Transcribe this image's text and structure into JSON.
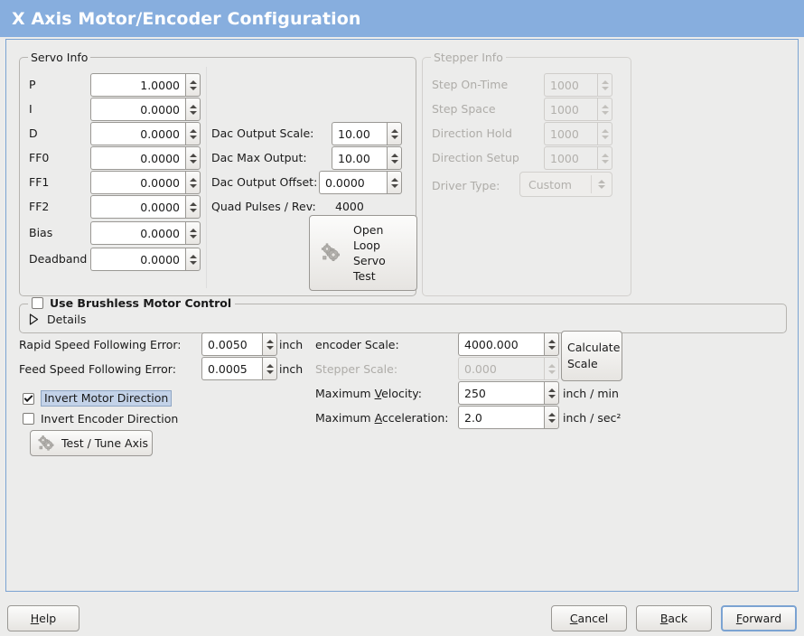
{
  "window": {
    "title": "X Axis Motor/Encoder Configuration",
    "title_bar_color": "#87aede",
    "panel_border_color": "#7ba3d2",
    "background_color": "#ececeb"
  },
  "servo_info": {
    "group_label": "Servo Info",
    "enabled": true,
    "pid_rows": [
      {
        "label": "P",
        "value": "1.0000"
      },
      {
        "label": "I",
        "value": "0.0000"
      },
      {
        "label": "D",
        "value": "0.0000"
      },
      {
        "label": "FF0",
        "value": "0.0000"
      },
      {
        "label": "FF1",
        "value": "0.0000"
      },
      {
        "label": "FF2",
        "value": "0.0000"
      },
      {
        "label": "Bias",
        "value": "0.0000"
      },
      {
        "label": "Deadband",
        "value": "0.0000"
      }
    ],
    "dac_rows": [
      {
        "label": "Dac Output Scale:",
        "value": "10.00"
      },
      {
        "label": "Dac Max Output:",
        "value": "10.00"
      },
      {
        "label": "Dac Output Offset:",
        "value": "0.0000"
      }
    ],
    "quad_pulses_label": "Quad Pulses / Rev:",
    "quad_pulses_value": "4000",
    "open_loop_button": {
      "line1": "Open",
      "line2": "Loop",
      "line3": "Servo",
      "line4": "Test",
      "icon": "gears-icon"
    }
  },
  "stepper_info": {
    "group_label": "Stepper Info",
    "enabled": false,
    "rows": [
      {
        "label": "Step On-Time",
        "value": "1000"
      },
      {
        "label": "Step Space",
        "value": "1000"
      },
      {
        "label": "Direction Hold",
        "value": "1000"
      },
      {
        "label": "Direction Setup",
        "value": "1000"
      }
    ],
    "driver_type_label": "Driver Type:",
    "driver_type_value": "Custom"
  },
  "brushless": {
    "checkbox_label": "Use Brushless Motor Control",
    "checked": false,
    "details_label": "Details",
    "details_expanded": false
  },
  "errors": {
    "rapid_label": "Rapid Speed Following Error:",
    "rapid_value": "0.0050",
    "rapid_unit": "inch",
    "feed_label": "Feed Speed Following Error:",
    "feed_value": "0.0005",
    "feed_unit": "inch"
  },
  "inverts": {
    "motor_label": "Invert Motor Direction",
    "motor_checked": true,
    "motor_focused": true,
    "encoder_label": "Invert Encoder Direction",
    "encoder_checked": false
  },
  "test_tune": {
    "label": "Test / Tune Axis",
    "icon": "gears-icon"
  },
  "scales": {
    "encoder_label": "encoder Scale:",
    "encoder_value": "4000.000",
    "encoder_enabled": true,
    "stepper_label": "Stepper Scale:",
    "stepper_value": "0.000",
    "stepper_enabled": false,
    "calculate_line1": "Calculate",
    "calculate_line2": "Scale",
    "max_velocity_label_pre": "Maximum ",
    "max_velocity_label_mnemonic": "V",
    "max_velocity_label_post": "elocity:",
    "max_velocity_value": "250",
    "max_velocity_unit": "inch / min",
    "max_accel_label_pre": "Maximum ",
    "max_accel_label_mnemonic": "A",
    "max_accel_label_post": "cceleration:",
    "max_accel_value": "2.0",
    "max_accel_unit": "inch / sec²"
  },
  "footer": {
    "help_mnemonic": "H",
    "help_rest": "elp",
    "cancel_mnemonic": "C",
    "cancel_rest": "ancel",
    "back_mnemonic": "B",
    "back_rest": "ack",
    "forward_mnemonic": "F",
    "forward_rest": "orward",
    "forward_is_default": true
  }
}
